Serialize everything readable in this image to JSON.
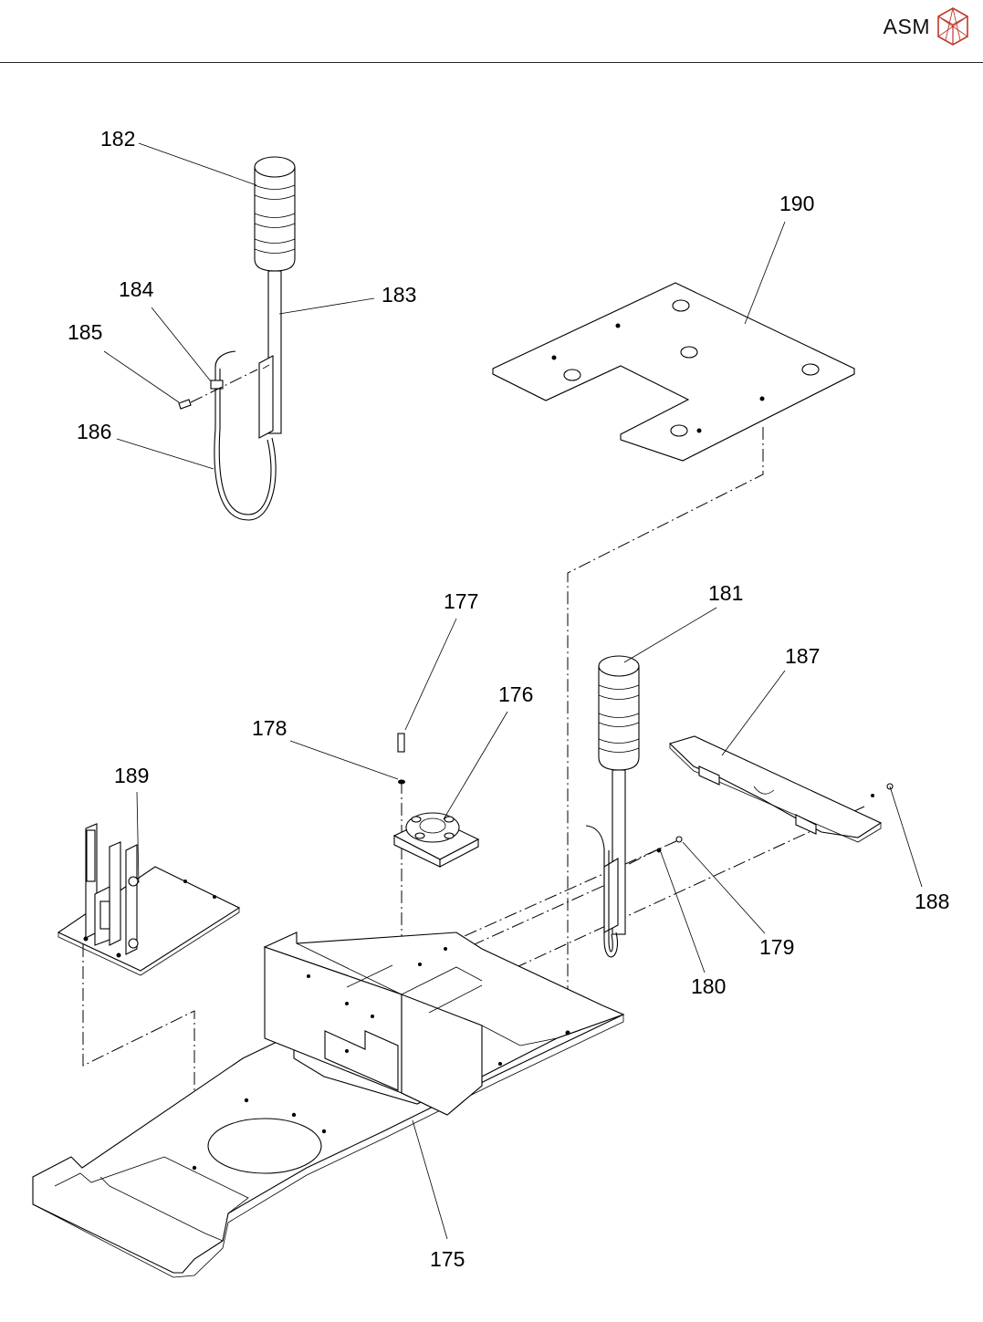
{
  "header": {
    "brand": "ASM",
    "logo_icon": "asm-cube-logo"
  },
  "callouts": {
    "c175": "175",
    "c176": "176",
    "c177": "177",
    "c178": "178",
    "c179": "179",
    "c180": "180",
    "c181": "181",
    "c182": "182",
    "c183": "183",
    "c184": "184",
    "c185": "185",
    "c186": "186",
    "c187": "187",
    "c188": "188",
    "c189": "189",
    "c190": "190"
  },
  "colors": {
    "line": "#000000",
    "background": "#ffffff",
    "logo_accent": "#c0392b"
  }
}
